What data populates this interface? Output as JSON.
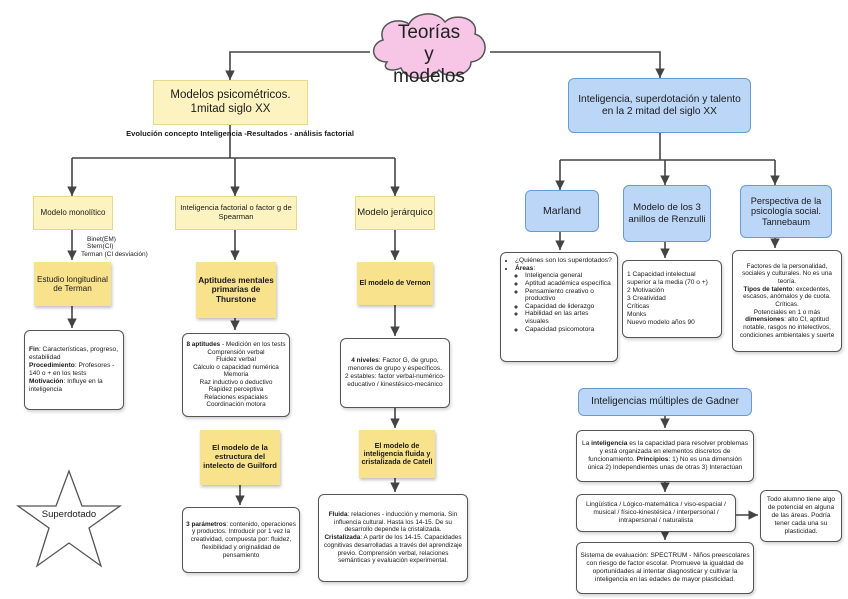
{
  "root": {
    "title": "Teorías y modelos",
    "color": "#f7c6e6"
  },
  "left": {
    "title": "Modelos psicométricos. 1mitad siglo XX",
    "subtitle": "Evolución concepto  Inteligencia -Resultados - análisis factorial",
    "monolitico": {
      "title": "Modelo monolítico",
      "authors": [
        "Binet(EM)",
        "Stern(CI)",
        "Terman (CI desviación)"
      ],
      "note_title": "Estudio longitudinal de Terman",
      "details": [
        {
          "label": "Fin",
          "text": ": Características, progreso, estabilidad"
        },
        {
          "label": "Procedimiento",
          "text": ": Profesores - 140 o + en los tests"
        },
        {
          "label": "Motivación",
          "text": ": Influye en la inteligencia"
        }
      ]
    },
    "factorial": {
      "title": "Inteligencia factorial o factor g de Spearman",
      "note_title": "Aptitudes mentales primarias de Thurstone",
      "aptitudes_label": "8 aptitudes",
      "aptitudes_intro": " - Medición en los tests",
      "aptitudes": [
        "Comprensión verbal",
        "Fluidez verbal",
        "Cálculo o capacidad numérica",
        "Memoria",
        "Raz inductivo o deductivo",
        "Rapidez perceptiva",
        "Relaciones espaciales",
        "Coordinación motora"
      ],
      "guilford_title": "El modelo de la estructura del intelecto de Guilford",
      "guilford_label": "3 parámetros",
      "guilford_text": ": contenido, operaciones y productos. Introducir por 1 vez la creatividad, compuesta por: fluidez, flexibilidad y originalidad de pensamiento"
    },
    "jerarquico": {
      "title": "Modelo jerárquico",
      "note_title": "El modelo de Vernon",
      "vernon_label": "4 niveles",
      "vernon_text": ": Factor G, de grupo, menores de grupo y específicos.",
      "vernon_text2": "2 estables: factor verbal-numérico-educativo / kinestésico-mecánico",
      "cattell_title": "El modelo de inteligencia fluida y cristalizada de Catell",
      "fluida_label": "Fluida",
      "fluida_text": ": relaciones - inducción y memoria. Sin influencia cultural. Hasta los 14-15. De su desarrollo depende la cristalizada.",
      "cristalizada_label": "Cristalizada",
      "cristalizada_text": ": A partir de los 14-15. Capacidades cognitivas desarrolladas a través del aprendizaje previo. Comprensión verbal, relaciones semánticas y evaluación experimental."
    },
    "superdotado": "Superdotado"
  },
  "right": {
    "title": "Inteligencia, superdotación y talento en la 2 mitad del siglo XX",
    "marland": {
      "title": "Marland",
      "question": "¿Quiénes son los superdotados?",
      "areas_label": "Áreas",
      "areas": [
        "Inteligencia general",
        "Aptitud académica específica",
        "Pensamiento creativo o productivo",
        "Capacidad de liderazgo",
        "Habilidad en las artes visuales",
        "Capacidad psicomotora"
      ]
    },
    "renzulli": {
      "title": "Modelo de los 3 anillos de Renzulli",
      "lines": [
        "1 Capacidad intelectual superior a la media (70 o +)",
        "2 Motivación",
        "3 Creatividad",
        "Críticas",
        "Monks",
        "Nuevo modelo años 90"
      ]
    },
    "tannenbaum": {
      "title": "Perspectiva de la psicología social. Tannebaum",
      "intro": "Factores de la personalidad, sociales y culturales. No es una teoría.",
      "tipos_label": "Tipos de talento",
      "tipos_text": ": excedentes, escasos, anómalos y de cuota. Críticas.",
      "potenciales": "Potenciales en 1 o más",
      "dimensiones_label": "dimensiones",
      "dimensiones_text": ": alto CI, aptitud notable, rasgos no intelectivos, condiciones ambientales y suerte"
    },
    "gardner": {
      "title": "Inteligencias múltiples de Gadner",
      "def_pre": "La ",
      "def_bold": "inteligencia",
      "def_mid": " es la capacidad para resolver problemas y está organizada en elementos discretos de funcionamiento. ",
      "principios_label": "Principios",
      "principios_text": ": 1) No es una dimensión única 2) Independientes unas de otras 3) Interactúan",
      "types": "Lingüística / Lógico-matemática / viso-espacial / musical / físico-kinestésica / interpersonal / intrapersonal / naturalista",
      "side_note": "Todo alumno tiene algo de potencial en alguna de las áreas. Podría tener cada una su plasticidad.",
      "evaluation": "Sistema de evaluación: SPECTRUM - Niños preescolares con riesgo de factor escolar. Promueve la igualdad de oportunidades al intentar diagnosticar y cultivar la inteligencia en las edades de mayor plasticidad."
    }
  }
}
